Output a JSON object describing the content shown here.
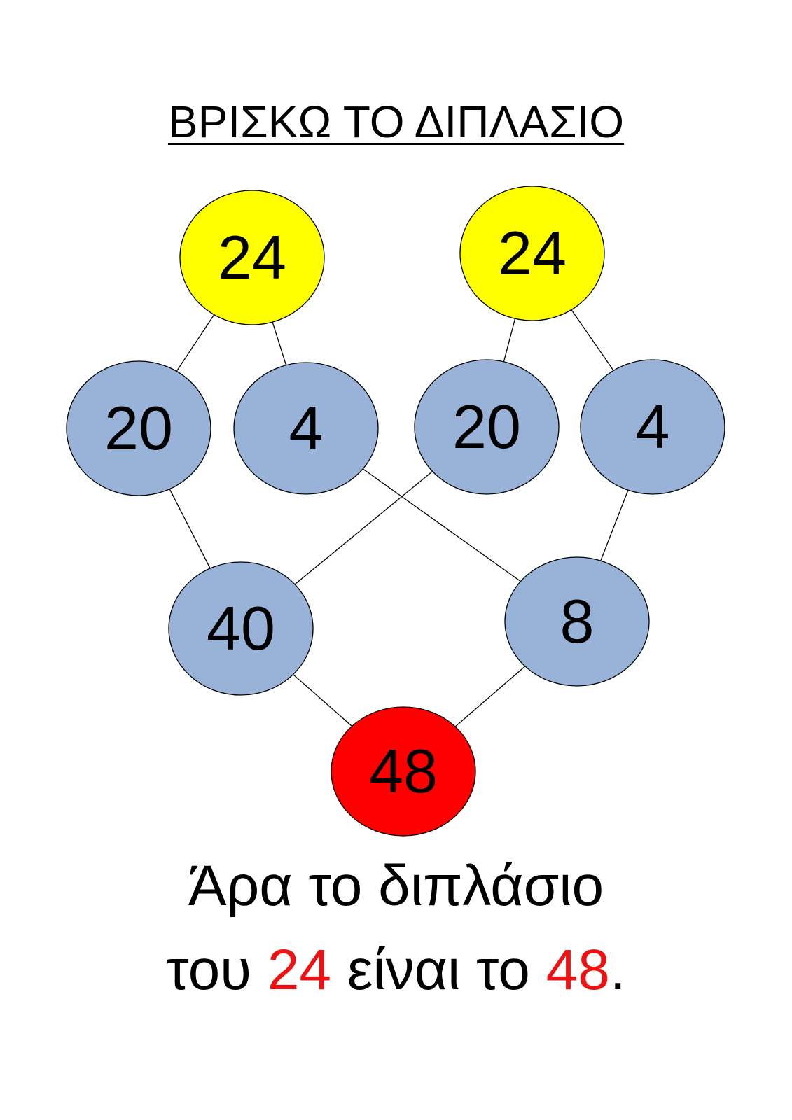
{
  "title": "ΒΡΙΣΚΩ ΤΟ ΔΙΠΛΑΣΙΟ",
  "colors": {
    "top": "#ffff00",
    "mid": "#98b3d7",
    "result": "#ff0000",
    "stroke": "#000000",
    "highlight": "#ee1111"
  },
  "nodes": [
    {
      "id": "top-left",
      "label": "24",
      "level": "top"
    },
    {
      "id": "top-right",
      "label": "24",
      "level": "top"
    },
    {
      "id": "split-1",
      "label": "20",
      "level": "mid"
    },
    {
      "id": "split-2",
      "label": "4",
      "level": "mid"
    },
    {
      "id": "split-3",
      "label": "20",
      "level": "mid"
    },
    {
      "id": "split-4",
      "label": "4",
      "level": "mid"
    },
    {
      "id": "sum-tens",
      "label": "40",
      "level": "mid"
    },
    {
      "id": "sum-units",
      "label": "8",
      "level": "mid"
    },
    {
      "id": "result",
      "label": "48",
      "level": "result"
    }
  ],
  "edges": [
    [
      "top-left",
      "split-1"
    ],
    [
      "top-left",
      "split-2"
    ],
    [
      "top-right",
      "split-3"
    ],
    [
      "top-right",
      "split-4"
    ],
    [
      "split-1",
      "sum-tens"
    ],
    [
      "split-3",
      "sum-tens"
    ],
    [
      "split-2",
      "sum-units"
    ],
    [
      "split-4",
      "sum-units"
    ],
    [
      "sum-tens",
      "result"
    ],
    [
      "sum-units",
      "result"
    ]
  ],
  "conclusion": {
    "line1": "Άρα το διπλάσιο",
    "line2_prefix": "του ",
    "value_from": "24",
    "line2_middle": " είναι το ",
    "value_to": "48",
    "line2_suffix": "."
  }
}
